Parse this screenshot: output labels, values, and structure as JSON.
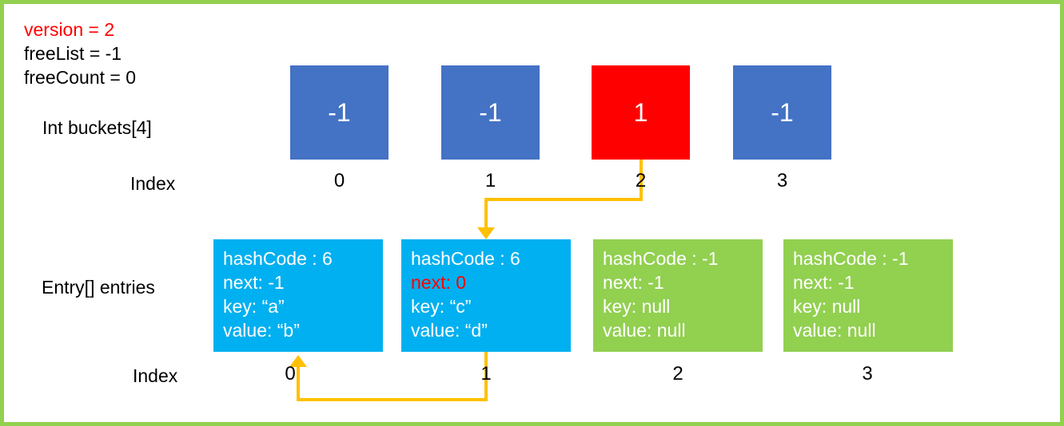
{
  "state": {
    "version_line": "version = 2",
    "freelist_line": "freeList = -1",
    "freecount_line": "freeCount = 0"
  },
  "buckets": {
    "label": "Int buckets[4]",
    "index_label": "Index",
    "cells": [
      {
        "value": "-1",
        "index": "0",
        "highlight": false
      },
      {
        "value": "-1",
        "index": "1",
        "highlight": false
      },
      {
        "value": "1",
        "index": "2",
        "highlight": true
      },
      {
        "value": "-1",
        "index": "3",
        "highlight": false
      }
    ]
  },
  "entries": {
    "label": "Entry[] entries",
    "index_label": "Index",
    "cells": [
      {
        "index": "0",
        "occupied": true,
        "highlight_line": null,
        "lines": [
          "hashCode : 6",
          "next: -1",
          "key: “a”",
          "value: “b”"
        ]
      },
      {
        "index": "1",
        "occupied": true,
        "highlight_line": 1,
        "lines": [
          "hashCode : 6",
          "next: 0",
          "key: “c”",
          "value: “d”"
        ]
      },
      {
        "index": "2",
        "occupied": false,
        "highlight_line": null,
        "lines": [
          "hashCode : -1",
          "next: -1",
          "key: null",
          "value: null"
        ]
      },
      {
        "index": "3",
        "occupied": false,
        "highlight_line": null,
        "lines": [
          "hashCode : -1",
          "next: -1",
          "key: null",
          "value: null"
        ]
      }
    ]
  },
  "arrows": [
    {
      "name": "bucket2-to-entry1",
      "meaning": "bucket index 2 points to entry 1"
    },
    {
      "name": "entry1-to-entry0",
      "meaning": "entry 1 next points to entry 0"
    }
  ],
  "colors": {
    "bucket_blue": "#4472C4",
    "bucket_highlight_red": "#FF0000",
    "entry_occupied_cyan": "#00B0F0",
    "entry_empty_green": "#92D050",
    "arrow_orange": "#FFC000",
    "frame_green": "#92D050",
    "highlight_text_red": "#FF0000"
  }
}
